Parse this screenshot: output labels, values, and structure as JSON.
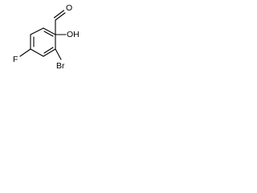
{
  "structure": {
    "atoms": {
      "aldehyde_oxygen": "O",
      "hydroxyl": "OH",
      "fluorine": "F",
      "bromine": "Br"
    }
  }
}
